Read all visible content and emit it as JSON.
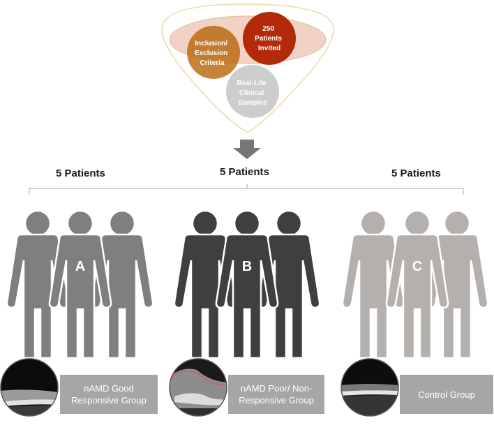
{
  "funnel": {
    "top_right_line1": "250",
    "top_right_line2": "Patients",
    "top_right_line3": "Invited",
    "left_line1": "Inclusion/",
    "left_line2": "Exclusion",
    "left_line3": "Criteria",
    "bottom_line1": "Real-Life",
    "bottom_line2": "Clinical",
    "bottom_line3": "Samples"
  },
  "groups": [
    {
      "count": "5 Patients",
      "letter": "A",
      "label": "nAMD Good\nResponsive Group",
      "color": "#7f7f7f"
    },
    {
      "count": "5 Patients",
      "letter": "B",
      "label": "nAMD Poor/ Non-\nResponsive Group",
      "color": "#3f3f3f"
    },
    {
      "count": "5 Patients",
      "letter": "C",
      "label": "Control Group",
      "color": "#b3b0ae"
    }
  ],
  "colors": {
    "funnel_ellipse": "#f2d2c4",
    "circle_orange": "#b8690f",
    "circle_red": "#b22a0a",
    "circle_gray": "#c8c8c8",
    "arrow": "#767676",
    "label_box": "#a6a6a6"
  }
}
